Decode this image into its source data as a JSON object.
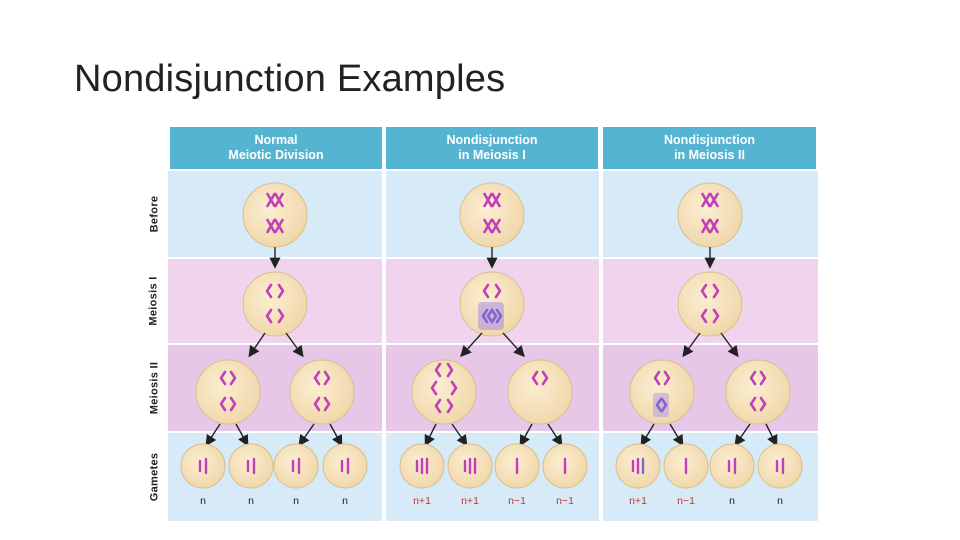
{
  "slide": {
    "title": "Nondisjunction Examples"
  },
  "figure": {
    "rows": [
      "Before",
      "Meiosis I",
      "Meiosis II",
      "Gametes"
    ],
    "columns": [
      {
        "line1": "Normal",
        "line2": "Meiotic Division"
      },
      {
        "line1": "Nondisjunction",
        "line2": "in Meiosis I"
      },
      {
        "line1": "Nondisjunction",
        "line2": "in Meiosis II"
      }
    ],
    "gamete_labels": [
      "n",
      "n",
      "n",
      "n",
      "n+1",
      "n+1",
      "n−1",
      "n−1",
      "n+1",
      "n−1",
      "n",
      "n"
    ],
    "colors": {
      "header": "#54b4d2",
      "before_band": "#d6eaf7",
      "meiosis1_band": "#f0d4ee",
      "meiosis2_band": "#e6c7e8",
      "gametes_band": "#d6eaf7",
      "cell": "#f0d6a8",
      "chromosome": "#c33fb9",
      "nondisjunction_chromosome": "#8266d8",
      "abnormal_label": "#c0392b"
    }
  }
}
